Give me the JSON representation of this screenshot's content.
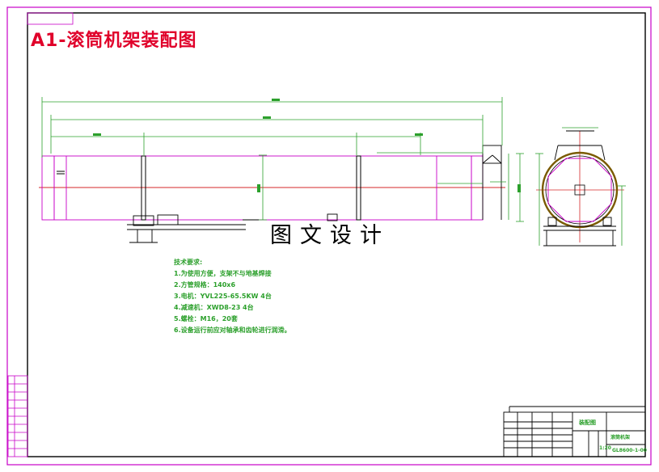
{
  "drawing_title": "A1-滚筒机架装配图",
  "watermark": "图文设计",
  "tech_notes": {
    "heading": "技术要求:",
    "lines": [
      "1.为使用方便，支架不与地基焊接",
      "2.方管规格：140x6",
      "3.电机：YVL225-65.5KW 4台",
      "4.减速机：XWD8-23  4台",
      "5.螺栓：M16，20套",
      "6.设备运行前应对轴承和齿轮进行润滑。"
    ]
  },
  "title_block": {
    "drawing_name": "装配图",
    "machine_name": "滚筒机架",
    "drawing_number": "GL8600-1-00",
    "scale_label": "1:20"
  },
  "colors": {
    "frame": "#000000",
    "title": "#e0002a",
    "part": "#c800c8",
    "dimension": "#2ca02c",
    "centerline": "#d62728",
    "structure": "#000000",
    "roller": "#7a5a00"
  }
}
